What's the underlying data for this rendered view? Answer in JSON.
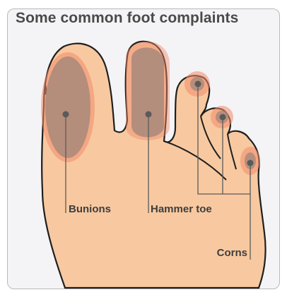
{
  "title": "Some common foot complaints",
  "labels": {
    "bunions": "Bunions",
    "hammer_toe": "Hammer toe",
    "corns": "Corns"
  },
  "colors": {
    "skin": "#f8c9a0",
    "outline": "#1f1f1f",
    "highlight": "#f08a6a",
    "affected_area": "#a8887a",
    "marker": "#5a5a5a"
  }
}
